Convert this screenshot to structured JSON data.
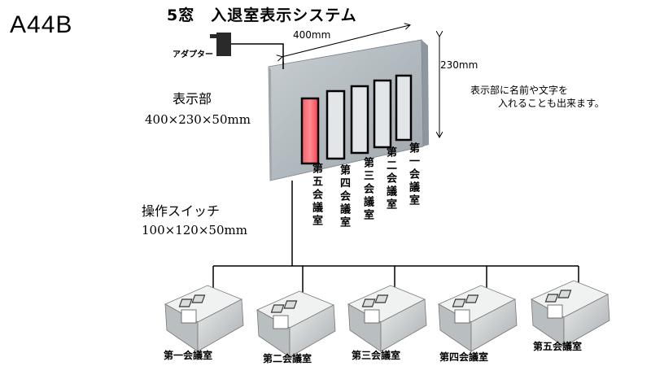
{
  "model_code": "A44B",
  "title": "5窓　入退室表示システム",
  "dimension_width": "400mm",
  "dimension_height": "230mm",
  "adapter_label": "アダプター",
  "display_unit": {
    "name": "表示部",
    "size": "400×230×50mm"
  },
  "switch_unit": {
    "name": "操作スイッチ",
    "size": "100×120×50mm"
  },
  "note": {
    "line1": "表示部に名前や文字を",
    "line2": "入れることも出来ます。"
  },
  "panel_labels": [
    "第一会議室",
    "第二会議室",
    "第三会議室",
    "第四会議室",
    "第五会議室"
  ],
  "switch_labels": [
    "第一会議室",
    "第二会議室",
    "第三会議室",
    "第四会議室",
    "第五会議室"
  ],
  "colors": {
    "lit_window": "#ff4050",
    "window": "#dfe3e5",
    "panel": "#b4bcc1"
  }
}
